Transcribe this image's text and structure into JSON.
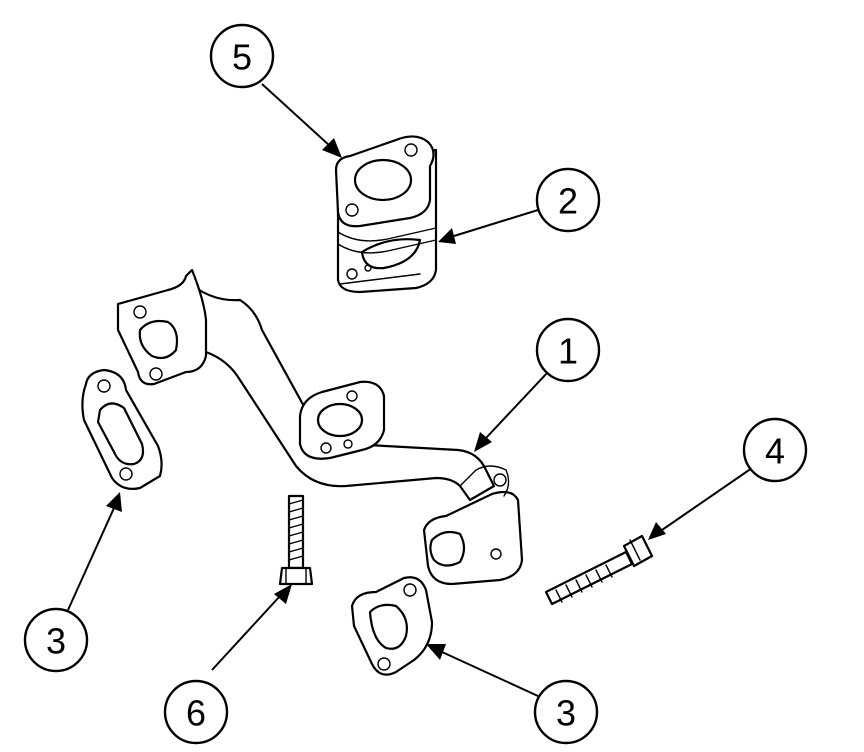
{
  "callouts": [
    {
      "id": "c5",
      "label": "5"
    },
    {
      "id": "c2",
      "label": "2"
    },
    {
      "id": "c1",
      "label": "1"
    },
    {
      "id": "c4",
      "label": "4"
    },
    {
      "id": "c3a",
      "label": "3"
    },
    {
      "id": "c6",
      "label": "6"
    },
    {
      "id": "c3b",
      "label": "3"
    }
  ]
}
